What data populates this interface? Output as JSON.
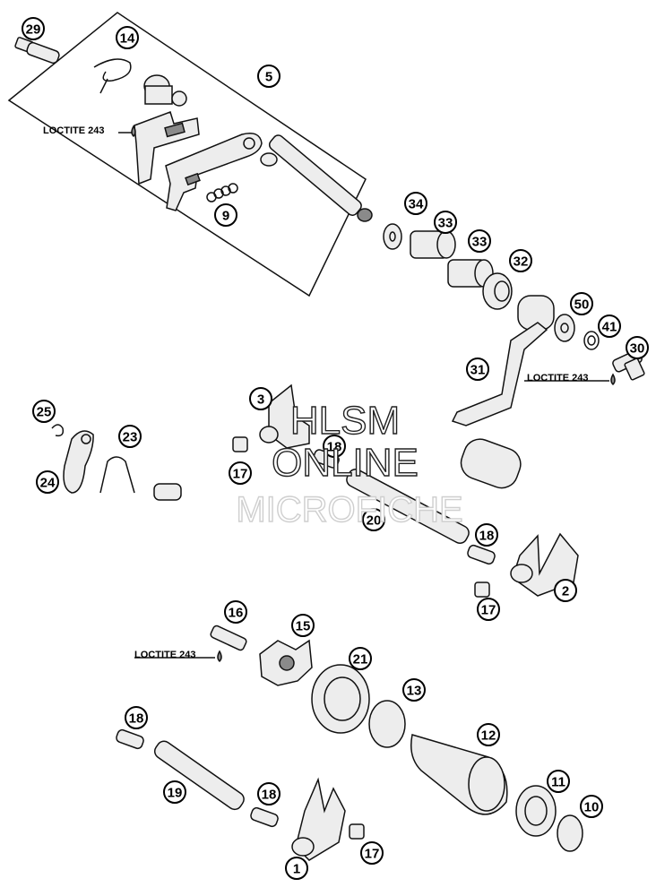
{
  "callouts": [
    "1",
    "2",
    "3",
    "5",
    "9",
    "10",
    "11",
    "12",
    "13",
    "14",
    "15",
    "16",
    "17",
    "17",
    "17",
    "18",
    "18",
    "18",
    "18",
    "19",
    "20",
    "21",
    "23",
    "24",
    "25",
    "29",
    "30",
    "31",
    "32",
    "33",
    "33",
    "34",
    "41",
    "50"
  ],
  "loctite_labels": [
    "LOCTITE 243",
    "LOCTITE 243",
    "LOCTITE 243"
  ],
  "watermark": {
    "line1": "HLSM",
    "line2": "ONLINE",
    "line3": "MICROFICHE"
  },
  "colors": {
    "ink": "#111111",
    "part_fill": "#ededed",
    "watermark_gray": "#cfcfcf"
  }
}
